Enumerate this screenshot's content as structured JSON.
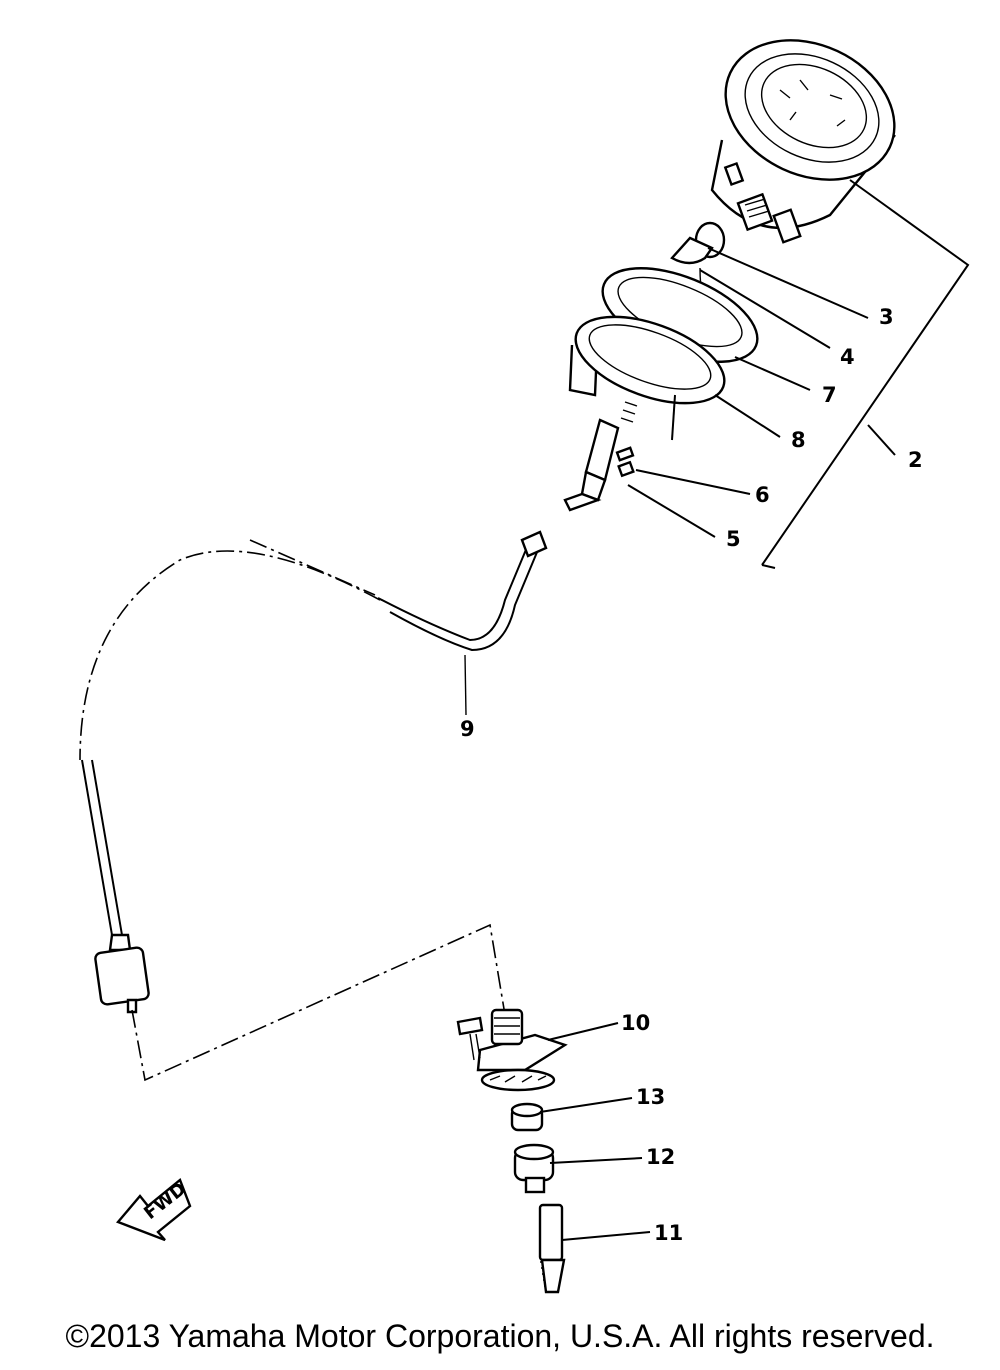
{
  "callouts": {
    "c2": "2",
    "c3": "3",
    "c4": "4",
    "c5": "5",
    "c6": "6",
    "c7": "7",
    "c8": "8",
    "c9": "9",
    "c10": "10",
    "c11": "11",
    "c12": "12",
    "c13": "13"
  },
  "fwd_label": "FWD",
  "copyright": "©2013 Yamaha Motor Corporation, U.S.A. All rights reserved."
}
